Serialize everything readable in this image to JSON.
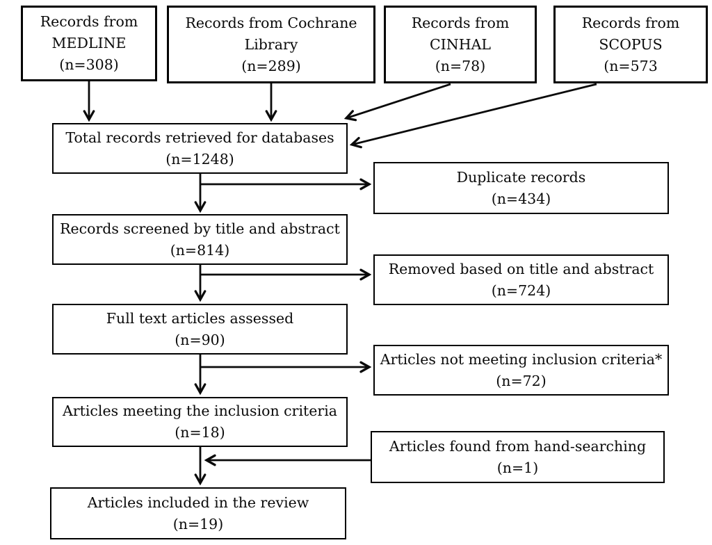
{
  "nodes": {
    "medline": {
      "label": "Records from MEDLINE",
      "count": "(n=308)"
    },
    "cochrane": {
      "label": "Records from Cochrane Library",
      "count": "(n=289)"
    },
    "cinhal": {
      "label": "Records from CINHAL",
      "count": "(n=78)"
    },
    "scopus": {
      "label": "Records from SCOPUS",
      "count": "(n=573"
    },
    "total": {
      "label": "Total records retrieved for databases",
      "count": "(n=1248)"
    },
    "duplicates": {
      "label": "Duplicate records",
      "count": "(n=434)"
    },
    "screened": {
      "label": "Records screened by title and abstract",
      "count": "(n=814)"
    },
    "removed": {
      "label": "Removed based on title and abstract",
      "count": "(n=724)"
    },
    "fulltext": {
      "label": "Full text articles assessed",
      "count": "(n=90)"
    },
    "criteria": {
      "label": "Articles not meeting inclusion criteria*",
      "count": "(n=72)"
    },
    "meeting": {
      "label": "Articles meeting the inclusion criteria",
      "count": "(n=18)"
    },
    "handsearch": {
      "label": "Articles found from hand-searching",
      "count": "(n=1)"
    },
    "included": {
      "label": "Articles included in the review",
      "count": "(n=19)"
    }
  },
  "edges": [
    {
      "from": "medline",
      "to": "total"
    },
    {
      "from": "cochrane",
      "to": "total"
    },
    {
      "from": "cinhal",
      "to": "total"
    },
    {
      "from": "scopus",
      "to": "total"
    },
    {
      "from": "total",
      "to": "screened"
    },
    {
      "from": "total",
      "to": "duplicates"
    },
    {
      "from": "screened",
      "to": "fulltext"
    },
    {
      "from": "screened",
      "to": "removed"
    },
    {
      "from": "fulltext",
      "to": "meeting"
    },
    {
      "from": "fulltext",
      "to": "criteria"
    },
    {
      "from": "meeting",
      "to": "included"
    },
    {
      "from": "handsearch",
      "to": "included"
    }
  ],
  "colors": {
    "line": "#0a0a0a",
    "box_border": "#000000",
    "background": "#ffffff",
    "text": "#0a0a0a"
  }
}
